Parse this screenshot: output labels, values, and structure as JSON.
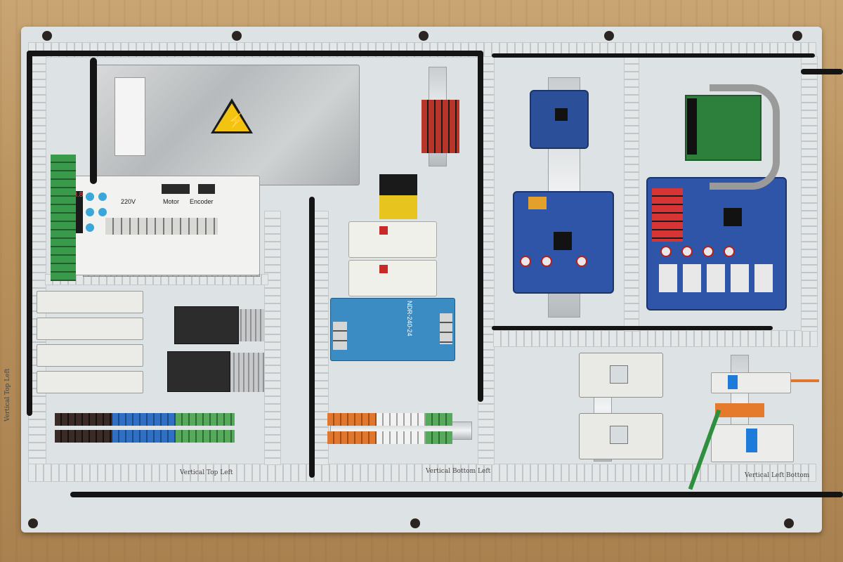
{
  "scene": {
    "description_items": {
      "psu_large_warning": "⚡",
      "psu_blue_label": "NDR-240-24",
      "servo_panel_text": "220V",
      "servo_motor_text": "Motor",
      "servo_encoder_text": "Encoder"
    },
    "handwritten": {
      "left_vertical": "Vertical Top Left",
      "bottom_left": "Vertical Top Left",
      "bottom_center": "Vertical Bottom Left",
      "bottom_right": "Vertical Left Bottom"
    }
  },
  "colors": {
    "wood": "#b8915c",
    "plate": "#dde2e4",
    "board": "#2f55a8",
    "warning": "#f3c40f",
    "psu_blue": "#3a8cc3"
  }
}
